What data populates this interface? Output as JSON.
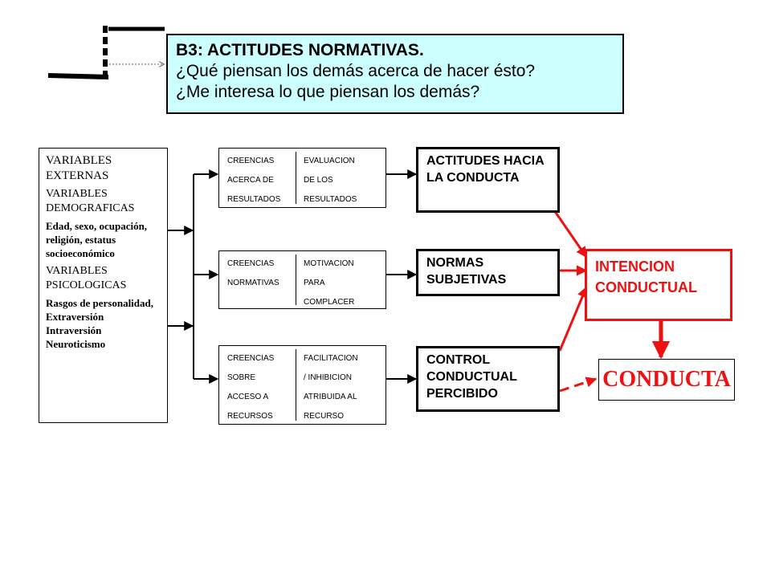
{
  "header": {
    "title": "B3: ACTITUDES NORMATIVAS.",
    "question_1": "¿Qué piensan los demás acerca de hacer ésto?",
    "question_2": "¿Me interesa lo que piensan los demás?"
  },
  "external_variables": {
    "heading": "VARIABLES EXTERNAS",
    "demographic_heading": "VARIABLES DEMOGRAFICAS",
    "demographic_items": "Edad, sexo, ocupación, religión, estatus socioeconómico",
    "psychological_heading": "VARIABLES PSICOLOGICAS",
    "psychological_items": "Rasgos de personalidad, Extraversión Intraversión Neuroticismo"
  },
  "beliefs": [
    {
      "left_lines": [
        "CREENCIAS",
        "ACERCA DE",
        "RESULTADOS"
      ],
      "right_lines": [
        "EVALUACION",
        "DE  LOS",
        "RESULTADOS"
      ]
    },
    {
      "left_lines": [
        "CREENCIAS",
        "NORMATIVAS"
      ],
      "right_lines": [
        "MOTIVACION",
        "PARA",
        "COMPLACER"
      ]
    },
    {
      "left_lines": [
        "CREENCIAS",
        "SOBRE",
        "ACCESO A",
        "RECURSOS"
      ],
      "right_lines": [
        "FACILITACION",
        "/ INHIBICION",
        "ATRIBUIDA AL",
        "RECURSO"
      ]
    }
  ],
  "attitudes": [
    {
      "label": "ACTITUDES HACIA LA CONDUCTA"
    },
    {
      "label": "NORMAS SUBJETIVAS"
    },
    {
      "label": "CONTROL CONDUCTUAL PERCIBIDO"
    }
  ],
  "intention": {
    "label": "INTENCION CONDUCTUAL"
  },
  "behavior": {
    "label": "CONDUCTA"
  },
  "colors": {
    "accent": "#ee1111",
    "title_bg": "#ccffff",
    "line": "#000000"
  }
}
